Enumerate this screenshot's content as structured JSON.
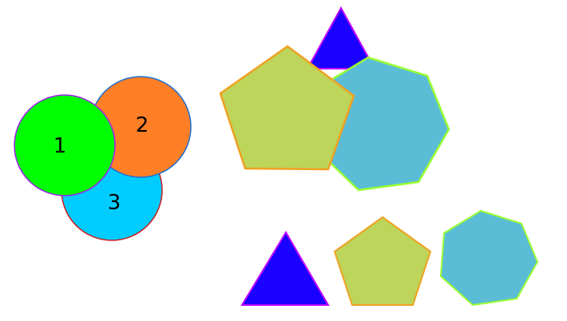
{
  "labels": {
    "circle_1": "1",
    "circle_2": "2",
    "circle_3": "3"
  },
  "colors": {
    "green_fill": "#00ff00",
    "green_stroke": "#a020f0",
    "orange_fill": "#ff7f27",
    "orange_stroke": "#1e6fd0",
    "cyan_fill": "#00ccff",
    "cyan_stroke": "#cc1f1f",
    "blue_fill": "#1a00ff",
    "blue_stroke": "#c000ff",
    "olive_fill": "#bcd55a",
    "olive_stroke": "#f0a020",
    "teal_fill": "#5bbcd6",
    "teal_stroke": "#99ff33"
  }
}
